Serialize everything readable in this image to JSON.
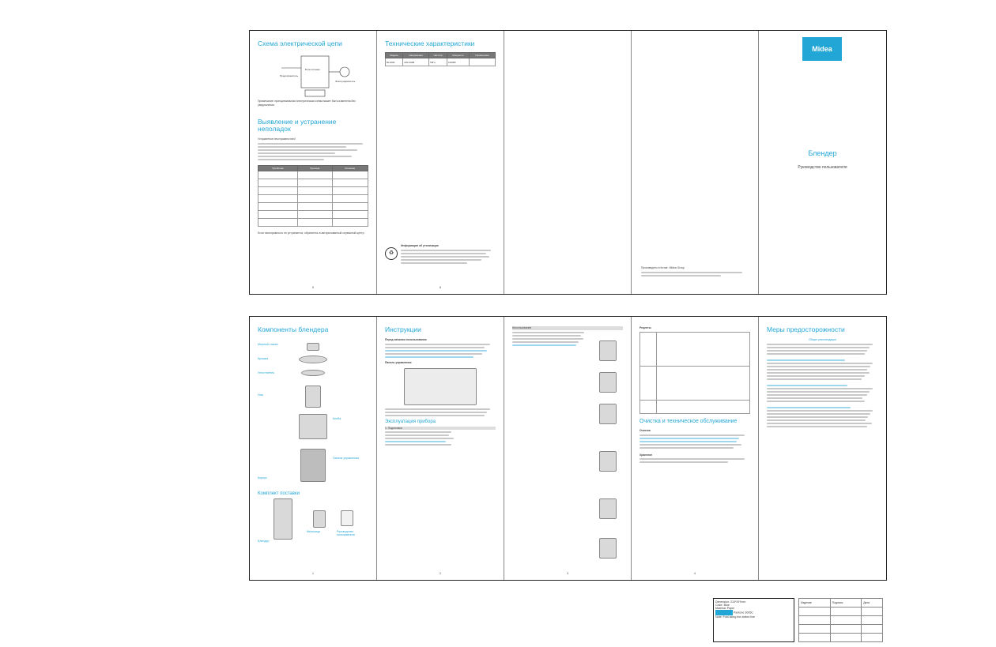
{
  "top_sheet": {
    "circuit_title": "Схема электрической цепи",
    "circuit_labels": [
      "Блок питания",
      "Электродвигатель",
      "Предохранитель"
    ],
    "circuit_caption": "Примечание: принципиальная электрическая схема может быть изменена без уведомления.",
    "trouble_title": "Выявление и устранение неполадок",
    "trouble_subtitle": "Устранение неисправностей",
    "trouble_table_headers": [
      "Проблема",
      "Причина",
      "Решение"
    ],
    "trouble_footer": "Если неисправность не устраняется, обратитесь в авторизованный сервисный центр.",
    "specs_title": "Технические характеристики",
    "specs_headers": [
      "Модель",
      "Напряжение",
      "Частота",
      "Мощность",
      "Примечание"
    ],
    "specs_row": [
      "BL1000",
      "220-240В",
      "50Гц",
      "1000Вт",
      ""
    ],
    "disposal_title": "Информация об утилизации",
    "manufacturer_note": "Произведено в Китае. Midea Group",
    "cover_brand": "Midea",
    "cover_title": "Блендер",
    "cover_subtitle": "Руководство пользователя",
    "page_numbers": [
      "5",
      "6"
    ]
  },
  "bottom_sheet": {
    "components_title": "Компоненты блендера",
    "components_labels": [
      "Мерный стакан",
      "Крышка",
      "Уплотнитель",
      "Нож",
      "Колба",
      "Корпус",
      "Панель управления"
    ],
    "set_title": "Комплект поставки",
    "set_labels": [
      "Блендер",
      "Мельница",
      "Руководство пользователя"
    ],
    "instructions_title": "Инструкции",
    "before_use_title": "Перед началом использования",
    "control_panel_title": "Панель управления",
    "operation_title": "Эксплуатация прибора",
    "usage_title": "Использование",
    "step_title": "1. Подготовка",
    "recipes_title": "Рецепты",
    "cleaning_title": "Очистка и техническое обслуживание",
    "cleaning_sub": "Очистка",
    "storage_sub": "Хранение",
    "safety_title": "Меры предосторожности",
    "safety_sub": "Общие рекомендации",
    "page_numbers": [
      "1",
      "2",
      "3",
      "4"
    ]
  },
  "print_meta": {
    "dimension": "Dimension: 210*297mm",
    "color": "Color: Blue",
    "material": "Material: Paper",
    "spot_colors": "Pantone 3005C",
    "note": "Note: Fold along the dotted line",
    "right_headers": [
      "Изделие",
      "Подпись",
      "Дата"
    ]
  },
  "colors": {
    "accent": "#22a6d6",
    "border": "#222222"
  }
}
